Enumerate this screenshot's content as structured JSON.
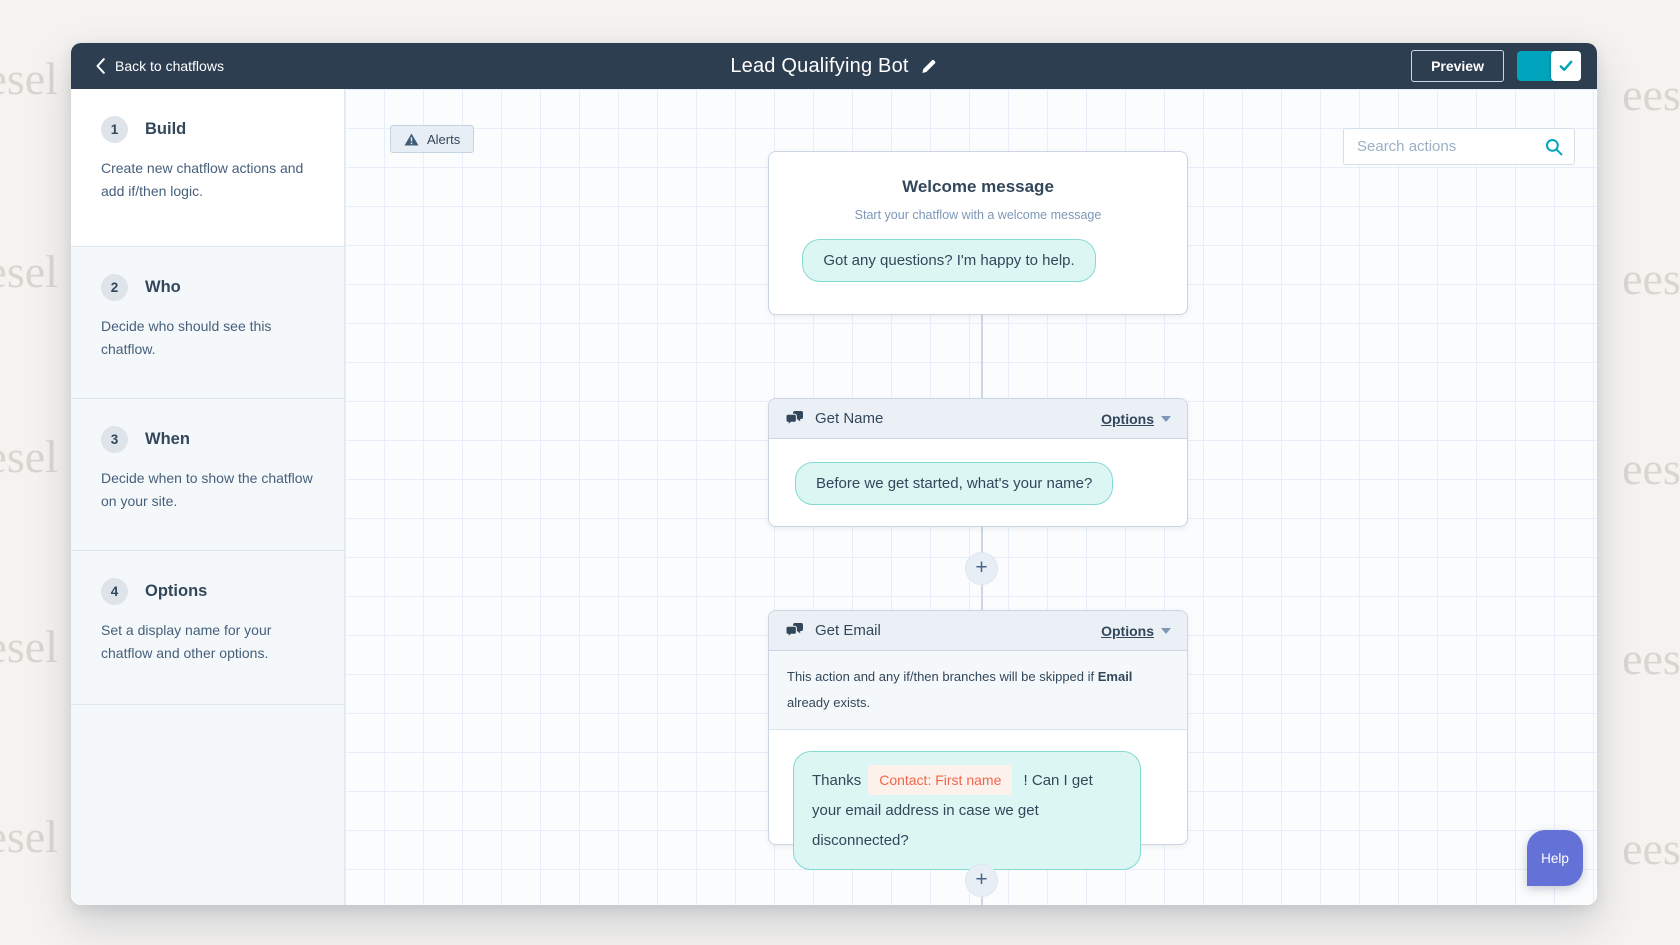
{
  "watermark": {
    "text": "eesel"
  },
  "topbar": {
    "back_label": "Back to chatflows",
    "title": "Lead Qualifying Bot",
    "preview_label": "Preview",
    "publish_toggle_state": "on"
  },
  "sidebar": {
    "steps": [
      {
        "num": "1",
        "title": "Build",
        "desc": "Create new chatflow actions and add if/then logic."
      },
      {
        "num": "2",
        "title": "Who",
        "desc": "Decide who should see this chatflow."
      },
      {
        "num": "3",
        "title": "When",
        "desc": "Decide when to show the chatflow on your site."
      },
      {
        "num": "4",
        "title": "Options",
        "desc": "Set a display name for your chatflow and other options."
      }
    ]
  },
  "canvas": {
    "alerts_label": "Alerts",
    "search_placeholder": "Search actions",
    "add_button_label": "+",
    "help_label": "Help",
    "welcome_card": {
      "title": "Welcome message",
      "subtitle": "Start your chatflow with a welcome message",
      "bubble": "Got any questions? I'm happy to help."
    },
    "get_name_card": {
      "title": "Get Name",
      "options_label": "Options",
      "bubble": "Before we get started, what's your name?"
    },
    "get_email_card": {
      "title": "Get Email",
      "options_label": "Options",
      "skip_prefix": "This action and any if/then branches will be skipped if ",
      "skip_bold": "Email",
      "skip_suffix": " already exists.",
      "bubble_prefix": "Thanks",
      "token": "Contact: First name",
      "bubble_suffix": " ! Can I get your email address in case we get disconnected?"
    }
  },
  "colors": {
    "header_navy": "#2d3e50",
    "accent_teal": "#00a4bd",
    "bubble_fill": "#dcf6f4",
    "bubble_border": "#84d9d3",
    "token_coral": "#f2654c",
    "help_purple": "#6472d8"
  }
}
